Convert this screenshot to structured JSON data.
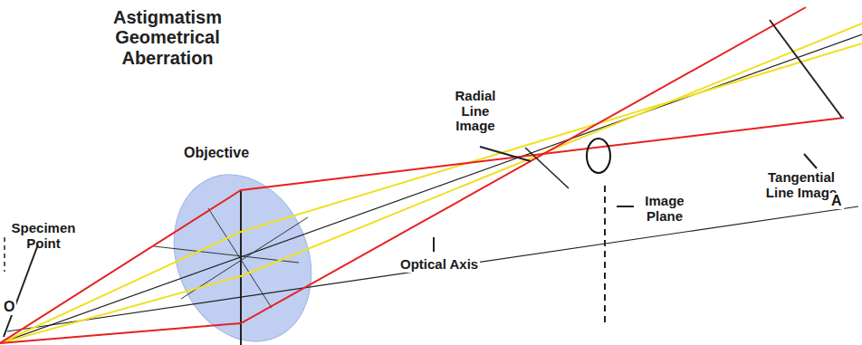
{
  "diagram": {
    "title": "Astigmatism Geometrical Aberration",
    "labels": [
      "Radial Line Image",
      "Objective",
      "Specimen Point",
      "O",
      "Image Plane",
      "Optical Axis",
      "Tangential Line Image",
      "A"
    ]
  }
}
